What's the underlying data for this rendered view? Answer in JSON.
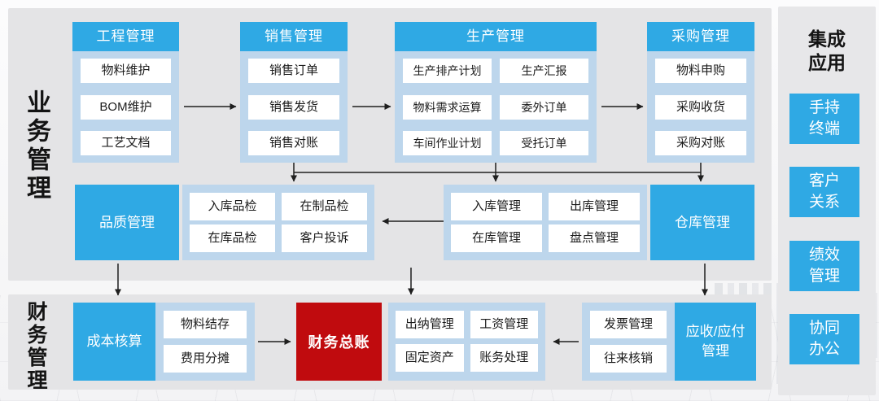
{
  "side_labels": {
    "business": "业务管理",
    "finance": "财务管理"
  },
  "columns": [
    {
      "header": "工程管理",
      "items": [
        "物料维护",
        "BOM维护",
        "工艺文档"
      ]
    },
    {
      "header": "销售管理",
      "items": [
        "销售订单",
        "销售发货",
        "销售对账"
      ]
    },
    {
      "header": "生产管理",
      "items": [
        "生产排产计划",
        "生产汇报",
        "物料需求运算",
        "委外订单",
        "车间作业计划",
        "受托订单"
      ]
    },
    {
      "header": "采购管理",
      "items": [
        "物料申购",
        "采购收货",
        "采购对账"
      ]
    }
  ],
  "quality": {
    "title": "品质管理",
    "items": [
      "入库品检",
      "在制品检",
      "在库品检",
      "客户投诉"
    ]
  },
  "warehouse": {
    "title": "仓库管理",
    "items": [
      "入库管理",
      "出库管理",
      "在库管理",
      "盘点管理"
    ]
  },
  "cost": {
    "title": "成本核算",
    "items": [
      "物料结存",
      "费用分摊"
    ]
  },
  "ledger": {
    "title": "财务总账"
  },
  "finance_ops": {
    "items": [
      "出纳管理",
      "工资管理",
      "固定资产",
      "账务处理"
    ]
  },
  "receivable": {
    "title": "应收/应付管理",
    "items": [
      "发票管理",
      "往来核销"
    ]
  },
  "integration": {
    "title": "集成应用",
    "items": [
      "手持终端",
      "客户关系",
      "绩效管理",
      "协同办公"
    ]
  },
  "colors": {
    "module_blue": "#2fa9e4",
    "container_light_blue": "#bdd6ec",
    "ledger_red": "#c00b0e",
    "panel_gray": "#e4e4e6",
    "text_dark": "#1b1b1b"
  }
}
